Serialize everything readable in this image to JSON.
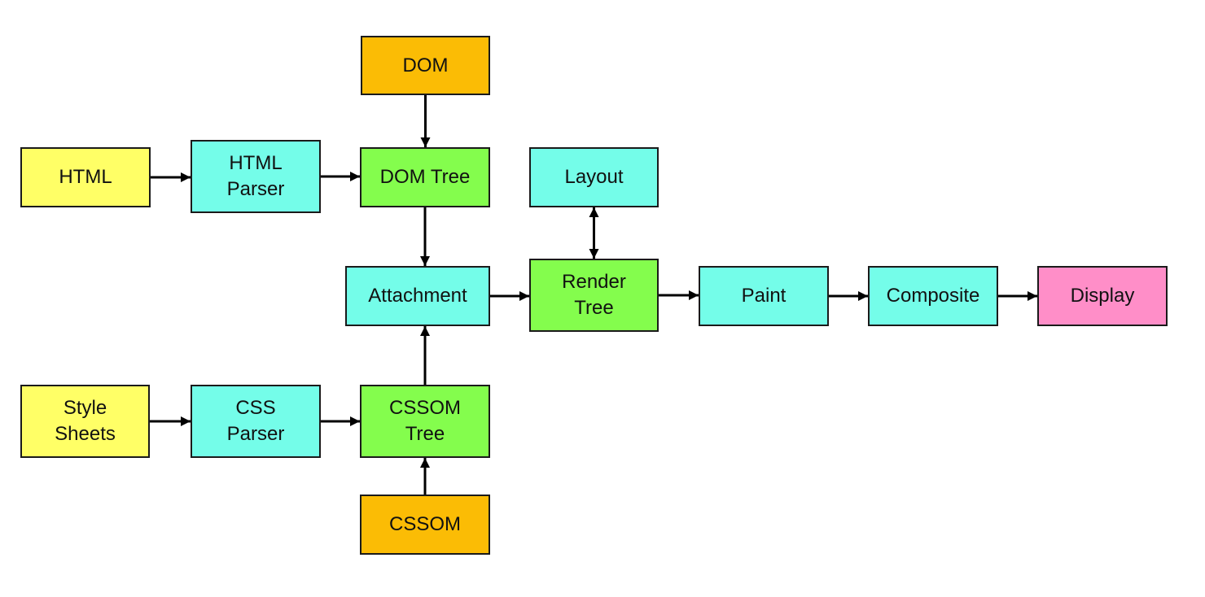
{
  "colors": {
    "source": "#ffff66",
    "process": "#74fde9",
    "tree": "#84fd4d",
    "model": "#fbbc05",
    "output": "#ff8ec8",
    "border": "#1a1a1a",
    "arrow": "#000000"
  },
  "nodes": [
    {
      "id": "dom",
      "label": "DOM",
      "kind": "model"
    },
    {
      "id": "html",
      "label": "HTML",
      "kind": "source"
    },
    {
      "id": "html-parser",
      "label": "HTML\nParser",
      "kind": "process"
    },
    {
      "id": "dom-tree",
      "label": "DOM Tree",
      "kind": "tree"
    },
    {
      "id": "layout",
      "label": "Layout",
      "kind": "process"
    },
    {
      "id": "attachment",
      "label": "Attachment",
      "kind": "process"
    },
    {
      "id": "render-tree",
      "label": "Render\nTree",
      "kind": "tree"
    },
    {
      "id": "paint",
      "label": "Paint",
      "kind": "process"
    },
    {
      "id": "composite",
      "label": "Composite",
      "kind": "process"
    },
    {
      "id": "display",
      "label": "Display",
      "kind": "output"
    },
    {
      "id": "style-sheets",
      "label": "Style\nSheets",
      "kind": "source"
    },
    {
      "id": "css-parser",
      "label": "CSS\nParser",
      "kind": "process"
    },
    {
      "id": "cssom-tree",
      "label": "CSSOM\nTree",
      "kind": "tree"
    },
    {
      "id": "cssom",
      "label": "CSSOM",
      "kind": "model"
    }
  ],
  "edges": [
    {
      "from": "html",
      "to": "html-parser"
    },
    {
      "from": "html-parser",
      "to": "dom-tree"
    },
    {
      "from": "dom",
      "to": "dom-tree"
    },
    {
      "from": "dom-tree",
      "to": "attachment"
    },
    {
      "from": "style-sheets",
      "to": "css-parser"
    },
    {
      "from": "css-parser",
      "to": "cssom-tree"
    },
    {
      "from": "cssom",
      "to": "cssom-tree"
    },
    {
      "from": "cssom-tree",
      "to": "attachment"
    },
    {
      "from": "attachment",
      "to": "render-tree"
    },
    {
      "from": "render-tree",
      "to": "layout",
      "bidirectional": true
    },
    {
      "from": "render-tree",
      "to": "paint"
    },
    {
      "from": "paint",
      "to": "composite"
    },
    {
      "from": "composite",
      "to": "display"
    }
  ]
}
